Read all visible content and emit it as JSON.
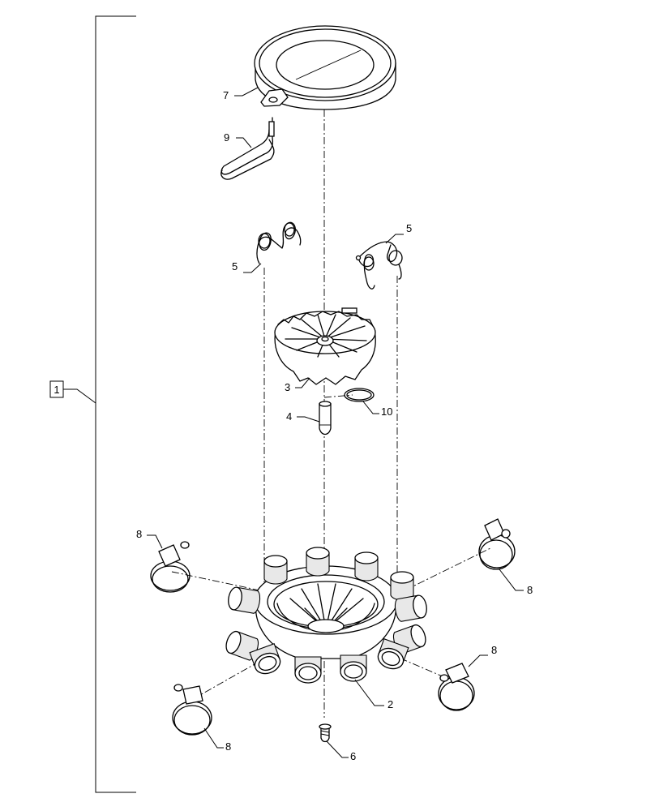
{
  "callouts": {
    "assembly": "1",
    "hub": "2",
    "impeller": "3",
    "pin": "4",
    "spring_left": "5",
    "spring_right": "5",
    "screw": "6",
    "cover": "7",
    "clamp_top_left": "8",
    "clamp_right": "8",
    "clamp_bottom_right": "8",
    "clamp_bottom_left": "8",
    "handle": "9",
    "oring": "10"
  }
}
